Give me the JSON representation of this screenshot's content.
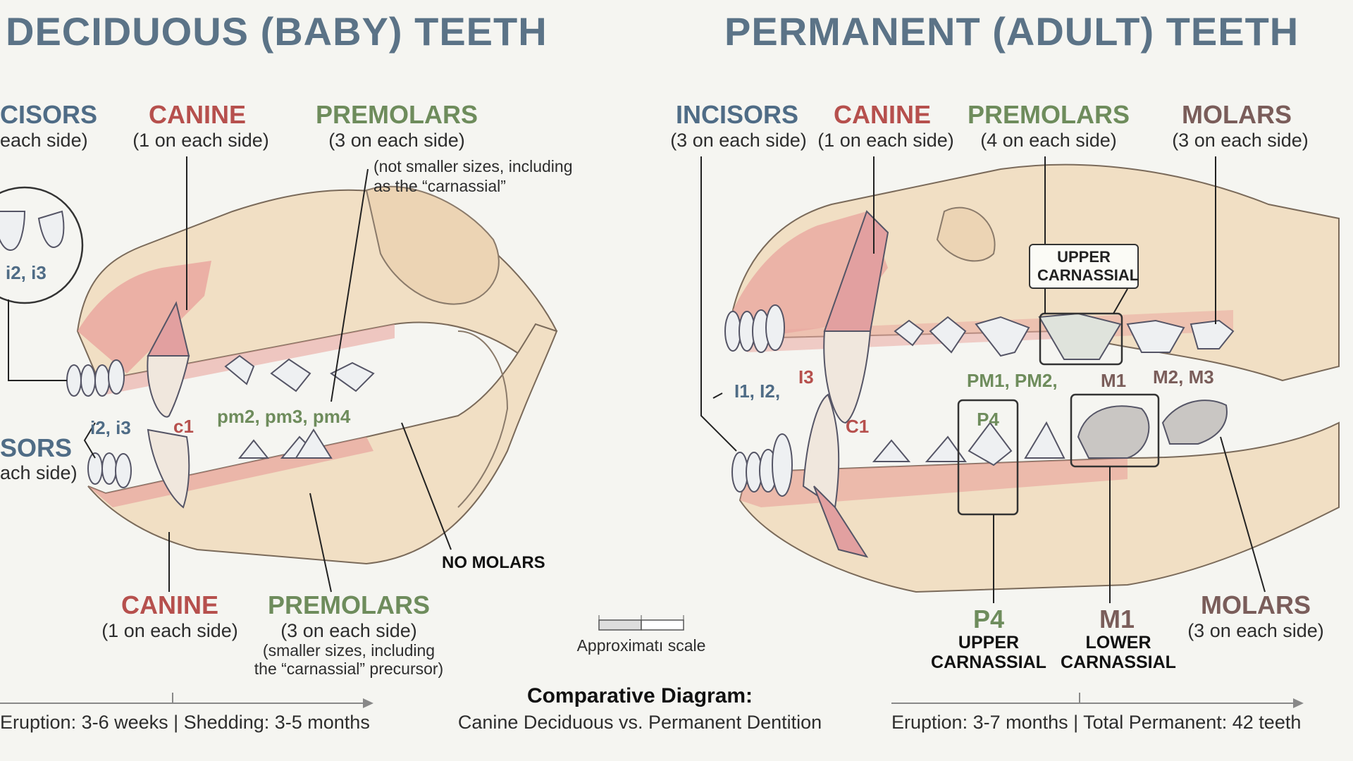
{
  "colors": {
    "incisor": "#4f6c86",
    "canine": "#b6504d",
    "premolar": "#6e8c5c",
    "molar": "#7a5d5a",
    "title": "#5b7387",
    "bone": "#f1dfc4",
    "gum": "#e89b98",
    "enamel": "#eef0f2"
  },
  "deciduous": {
    "title": "DECIDUOUS (BABY) TEETH",
    "top": {
      "incisors": {
        "label": "CISORS",
        "count": "each side)"
      },
      "canine": {
        "label": "CANINE",
        "count": "(1 on each side)"
      },
      "premolars": {
        "label": "PREMOLARS",
        "count": "(3 on each side)",
        "note_line1": "(not smaller sizes, including",
        "note_line2": "as the “carnassial”"
      }
    },
    "inset_label": "i2,  i3",
    "upper_incisor_label": "i2, i3",
    "canine_code": "c1",
    "premolar_codes": "pm2, pm3, pm4",
    "bottom_incisors": {
      "label": "SORS",
      "count": "ach side)"
    },
    "no_molars": "NO MOLARS",
    "bottom": {
      "canine": {
        "label": "CANINE",
        "count": "(1 on each side)"
      },
      "premolars": {
        "label": "PREMOLARS",
        "count": "(3 on each side)",
        "note_line1": "(smaller sizes, including",
        "note_line2": "the “carnassial” precursor)"
      }
    },
    "timeline": "Eruption: 3-6 weeks  |  Shedding: 3-5 months"
  },
  "scale_label": "Approximatı scale",
  "caption": {
    "title": "Comparative Diagram:",
    "subtitle": "Canine Deciduous vs. Permanent Dentition"
  },
  "permanent": {
    "title": "PERMANENT (ADULT) TEETH",
    "top": {
      "incisors": {
        "label": "INCISORS",
        "count": "(3 on each side)"
      },
      "canine": {
        "label": "CANINE",
        "count": "(1 on each side)"
      },
      "premolars": {
        "label": "PREMOLARS",
        "count": "(4 on each side)"
      },
      "molars": {
        "label": "MOLARS",
        "count": "(3 on each side)"
      }
    },
    "upper_carnassial_box_line1": "UPPER",
    "upper_carnassial_box_line2": "CARNASSIAL",
    "incisor_codes": "I1, I2,",
    "i3_code": "I3",
    "canine_code": "C1",
    "pm_codes": "PM1, PM2,",
    "m1_code": "M1",
    "m23_codes": "M2,  M3",
    "p4_box": "P4",
    "bottom": {
      "p4": {
        "label": "P4",
        "line1": "UPPER",
        "line2": "CARNASSIAL"
      },
      "m1": {
        "label": "M1",
        "line1": "LOWER",
        "line2": "CARNASSIAL"
      },
      "molars": {
        "label": "MOLARS",
        "count": "(3 on each side)"
      }
    },
    "timeline": "Eruption: 3-7 months  | Total Permanent: 42 teeth"
  }
}
